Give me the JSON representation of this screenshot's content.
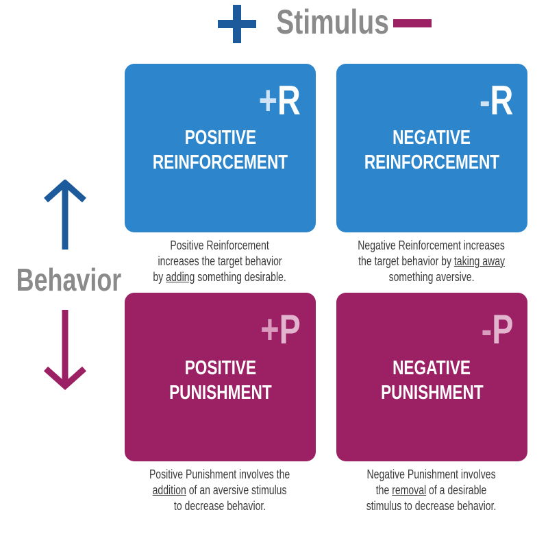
{
  "header": {
    "stimulus_label": "Stimulus",
    "plus_icon": "plus-icon",
    "minus_icon": "minus-icon"
  },
  "axis": {
    "behavior_label": "Behavior",
    "up_icon": "arrow-up-icon",
    "down_icon": "arrow-down-icon"
  },
  "colors": {
    "blue": "#2d86cc",
    "dark_blue": "#1d5a9b",
    "purple": "#9b2064",
    "gray": "#8a8a8a"
  },
  "quadrants": [
    {
      "symbol_sign": "+",
      "symbol_letter": "R",
      "title_line1": "POSITIVE",
      "title_line2": "REINFORCEMENT",
      "desc_line1": "Positive Reinforcement",
      "desc_line2": "increases the target behavior",
      "desc_line3_pre": "by ",
      "desc_line3_u": "adding",
      "desc_line3_post": " something desirable."
    },
    {
      "symbol_sign": "-",
      "symbol_letter": "R",
      "title_line1": "NEGATIVE",
      "title_line2": "REINFORCEMENT",
      "desc_line1": "Negative Reinforcement increases",
      "desc_line2_pre": "the target behavior by ",
      "desc_line2_u": "taking away",
      "desc_line3": "something aversive."
    },
    {
      "symbol_sign": "+",
      "symbol_letter": "P",
      "title_line1": "POSITIVE",
      "title_line2": "PUNISHMENT",
      "desc_line1": "Positive Punishment involves the",
      "desc_line2_u": "addition",
      "desc_line2_post": " of an aversive stimulus",
      "desc_line3": "to decrease behavior."
    },
    {
      "symbol_sign": "-",
      "symbol_letter": "P",
      "title_line1": "NEGATIVE",
      "title_line2": "PUNISHMENT",
      "desc_line1": "Negative Punishment involves",
      "desc_line2_pre": "the ",
      "desc_line2_u": "removal",
      "desc_line2_post": " of a desirable",
      "desc_line3": "stimulus to decrease behavior."
    }
  ]
}
